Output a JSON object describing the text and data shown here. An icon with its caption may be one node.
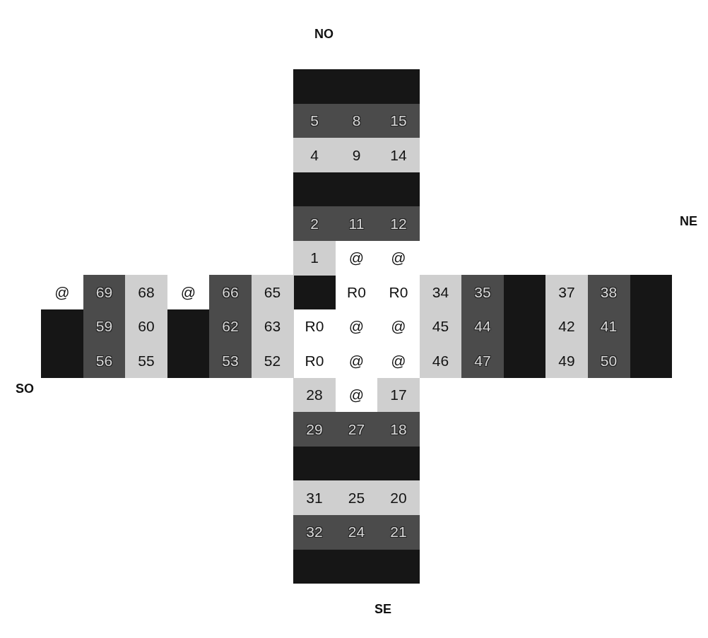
{
  "diagram": {
    "labels": [
      "NO",
      "5",
      "8",
      "15",
      "4",
      "9",
      "14",
      "2",
      "11",
      "12",
      "NE",
      "1",
      "@",
      "@",
      "@",
      "69",
      "68",
      "@",
      "66",
      "65",
      "R0",
      "R0",
      "34",
      "35",
      "37",
      "38",
      "59",
      "60",
      "62",
      "63",
      "R0",
      "@",
      "@",
      "45",
      "44",
      "42",
      "41",
      "56",
      "55",
      "53",
      "52",
      "R0",
      "@",
      "@",
      "46",
      "47",
      "49",
      "50",
      "SO",
      "28",
      "@",
      "17",
      "29",
      "27",
      "18",
      "31",
      "25",
      "20",
      "32",
      "24",
      "21",
      "SE"
    ]
  }
}
